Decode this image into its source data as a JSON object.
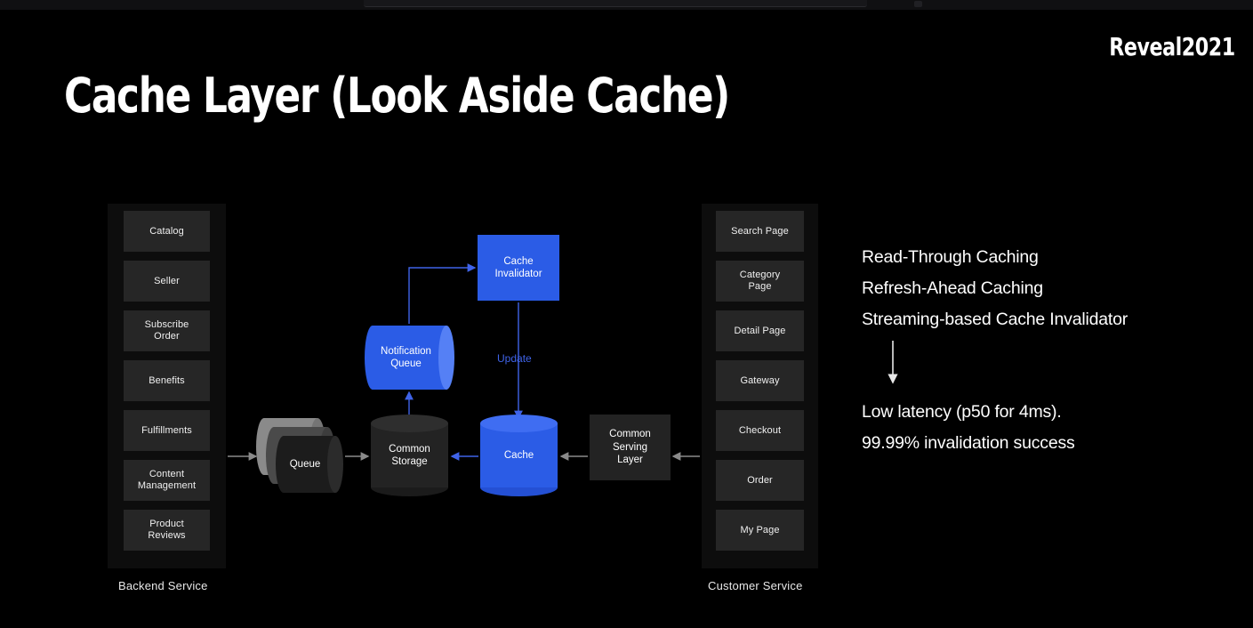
{
  "header": {
    "brand": "Reveal2021",
    "title": "Cache Layer (Look Aside Cache)"
  },
  "backend_panel": {
    "caption": "Backend Service",
    "items": [
      {
        "label": "Catalog"
      },
      {
        "label": "Seller"
      },
      {
        "label": "Subscribe\nOrder"
      },
      {
        "label": "Benefits"
      },
      {
        "label": "Fulfillments"
      },
      {
        "label": "Content\nManagement"
      },
      {
        "label": "Product\nReviews"
      }
    ]
  },
  "customer_panel": {
    "caption": "Customer Service",
    "items": [
      {
        "label": "Search Page"
      },
      {
        "label": "Category\nPage"
      },
      {
        "label": "Detail Page"
      },
      {
        "label": "Gateway"
      },
      {
        "label": "Checkout"
      },
      {
        "label": "Order"
      },
      {
        "label": "My Page"
      }
    ]
  },
  "diagram": {
    "nodes": {
      "queue": "Queue",
      "common_storage": "Common\nStorage",
      "notification_queue": "Notification\nQueue",
      "cache_invalidator": "Cache\nInvalidator",
      "cache": "Cache",
      "common_serving_layer": "Common\nServing\nLayer"
    },
    "edge_labels": {
      "update": "Update"
    },
    "colors": {
      "accent_blue": "#2b5ce6",
      "accent_blue_light": "#3f6df2",
      "arrow_gray": "#8a8a8a",
      "arrow_blue": "#3f63e8",
      "panel_bg": "#0d0d0d",
      "item_bg": "#262626",
      "dark_node": "#232323",
      "background": "#000000"
    }
  },
  "notes": {
    "group_a": [
      "Read-Through Caching",
      "Refresh-Ahead Caching",
      "Streaming-based Cache Invalidator"
    ],
    "group_b": [
      "Low latency (p50 for 4ms).",
      "99.99% invalidation success"
    ]
  }
}
